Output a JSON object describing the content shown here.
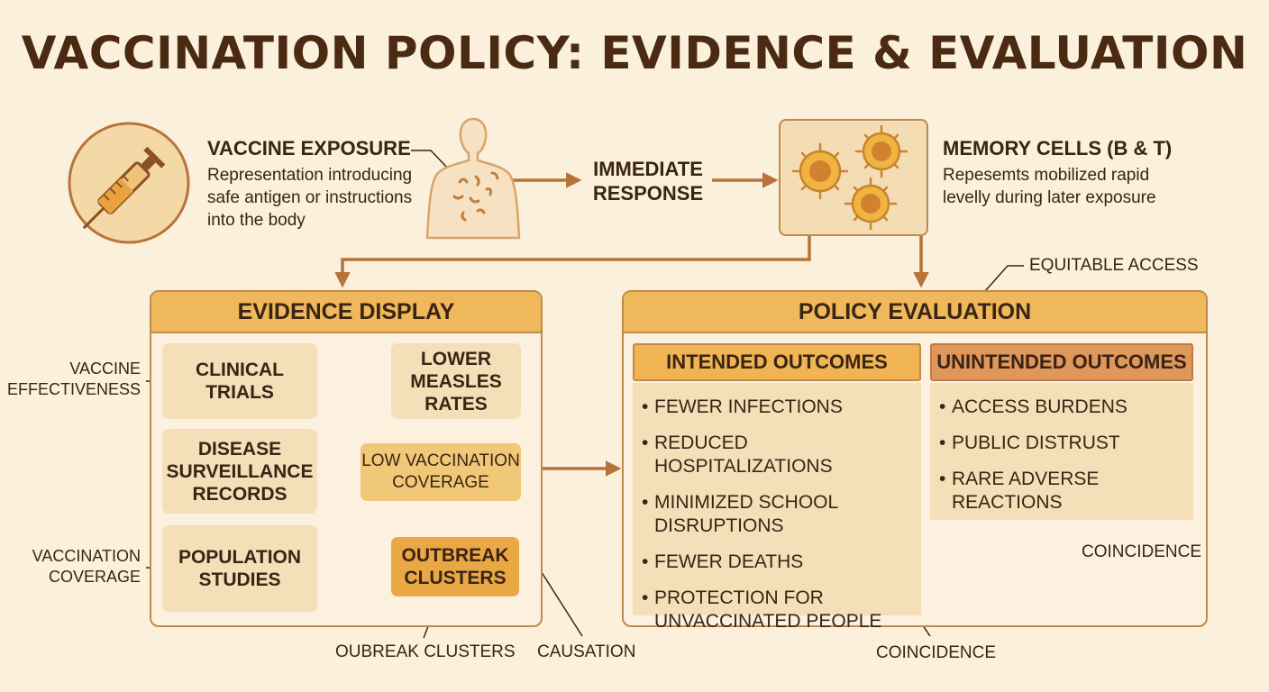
{
  "title": "VACCINATION POLICY: EVIDENCE & EVALUATION",
  "top": {
    "exposure_title": "VACCINE EXPOSURE",
    "exposure_desc": [
      "Representation introducing",
      "safe antigen or instructions",
      "into the body"
    ],
    "response_label": [
      "IMMEDIATE",
      "RESPONSE"
    ],
    "memory_title": "MEMORY CELLS (B & T)",
    "memory_desc": [
      "Repesemts mobilized rapid",
      "levelly during later exposure"
    ]
  },
  "icons": {
    "syringe": "syringe-icon",
    "body": "human-body-icon",
    "cells": "memory-cells-icon"
  },
  "evidence": {
    "header": "EVIDENCE DISPLAY",
    "left_tiles": [
      [
        "CLINICAL",
        "TRIALS"
      ],
      [
        "DISEASE",
        "SURVEILLANCE",
        "RECORDS"
      ],
      [
        "POPULATION",
        "STUDIES"
      ]
    ],
    "right_tiles": [
      [
        "LOWER",
        "MEASLES",
        "RATES"
      ],
      [
        "LOW VACCINATION",
        "COVERAGE"
      ],
      [
        "OUTBREAK",
        "CLUSTERS"
      ]
    ],
    "side_labels": [
      [
        "VACCINE",
        "EFFECTIVENESS"
      ],
      [
        "VACCINATION",
        "COVERAGE"
      ]
    ],
    "bottom_labels": [
      "OUBREAK CLUSTERS",
      "CAUSATION"
    ]
  },
  "policy": {
    "header": "POLICY EVALUATION",
    "intended_header": "INTENDED OUTCOMES",
    "intended": [
      [
        "FEWER INFECTIONS"
      ],
      [
        "REDUCED HOSPITALIZATIONS"
      ],
      [
        "MINIMIZED SCHOOL",
        "DISRUPTIONS"
      ],
      [
        "FEWER DEATHS"
      ],
      [
        "PROTECTION FOR",
        "UNVACCINATED PEOPLE"
      ]
    ],
    "unintended_header": "UNINTENDED OUTCOMES",
    "unintended": [
      [
        "ACCESS BURDENS"
      ],
      [
        "PUBLIC DISTRUST"
      ],
      [
        "RARE ADVERSE",
        "REACTIONS"
      ]
    ],
    "annotations": [
      "EQUITABLE ACCESS",
      "COINCIDENCE",
      "COINCIDENCE"
    ]
  },
  "colors": {
    "background": "#faf0dc",
    "accent": "#efb85a",
    "arrow": "#b8733a",
    "unintended": "#e0975a",
    "text": "#3a2414"
  }
}
